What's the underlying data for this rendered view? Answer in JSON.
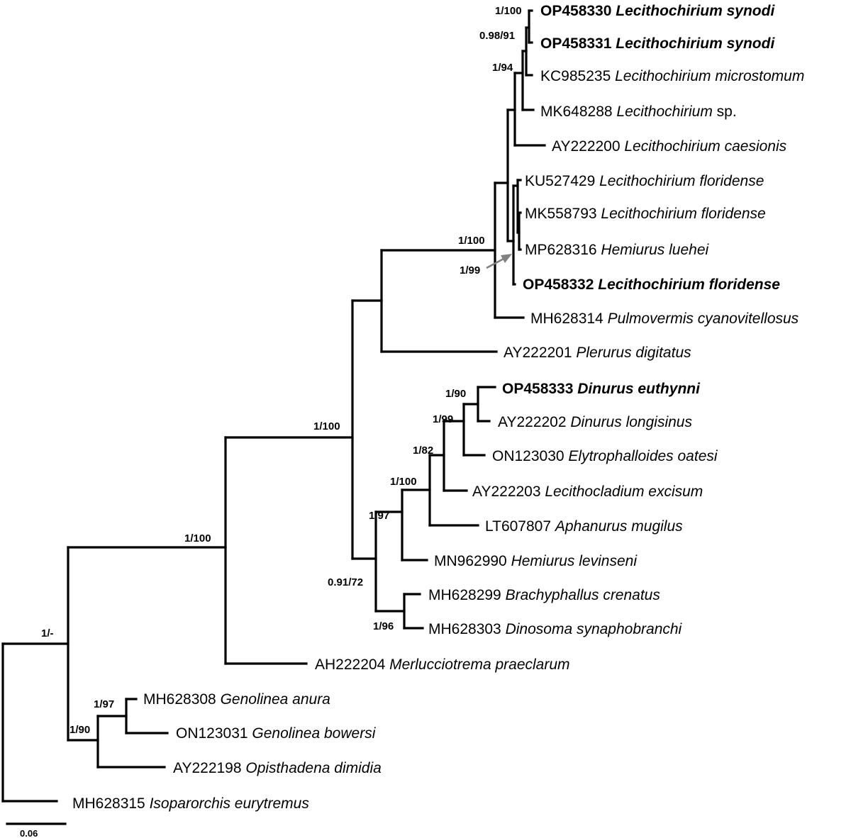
{
  "tree": {
    "scale_bar_label": "0.06",
    "branch_color": "#000000",
    "arrow_color": "#808080",
    "taxa": [
      {
        "accession": "OP458330",
        "species": "Lecithochirium synodi",
        "bold": true
      },
      {
        "accession": "OP458331",
        "species": "Lecithochirium synodi",
        "bold": true
      },
      {
        "accession": "KC985235",
        "species": "Lecithochirium microstomum",
        "bold": false
      },
      {
        "accession": "MK648288",
        "species": "Lecithochirium",
        "suffix": "sp.",
        "bold": false
      },
      {
        "accession": "AY222200",
        "species": "Lecithochirium caesionis",
        "bold": false
      },
      {
        "accession": "KU527429",
        "species": "Lecithochirium floridense",
        "bold": false
      },
      {
        "accession": "MK558793",
        "species": "Lecithochirium floridense",
        "bold": false
      },
      {
        "accession": "MP628316",
        "species": "Hemiurus luehei",
        "bold": false
      },
      {
        "accession": "OP458332",
        "species": "Lecithochirium floridense",
        "bold": true
      },
      {
        "accession": "MH628314",
        "species": "Pulmovermis cyanovitellosus",
        "bold": false
      },
      {
        "accession": "AY222201",
        "species": "Plerurus digitatus",
        "bold": false
      },
      {
        "accession": "OP458333",
        "species": "Dinurus euthynni",
        "bold": true
      },
      {
        "accession": "AY222202",
        "species": "Dinurus longisinus",
        "bold": false
      },
      {
        "accession": "ON123030",
        "species": "Elytrophalloides oatesi",
        "bold": false
      },
      {
        "accession": "AY222203",
        "species": "Lecithocladium excisum",
        "bold": false
      },
      {
        "accession": "LT607807",
        "species": "Aphanurus mugilus",
        "bold": false
      },
      {
        "accession": "MN962990",
        "species": "Hemiurus levinseni",
        "bold": false
      },
      {
        "accession": "MH628299",
        "species": "Brachyphallus crenatus",
        "bold": false
      },
      {
        "accession": "MH628303",
        "species": "Dinosoma synaphobranchi",
        "bold": false
      },
      {
        "accession": "AH222204",
        "species": "Merlucciotrema praeclarum",
        "bold": false
      },
      {
        "accession": "MH628308",
        "species": "Genolinea anura",
        "bold": false
      },
      {
        "accession": "ON123031",
        "species": "Genolinea bowersi",
        "bold": false
      },
      {
        "accession": "AY222198",
        "species": "Opisthadena dimidia",
        "bold": false
      },
      {
        "accession": "MH628315",
        "species": "Isoparorchis eurytremus",
        "bold": false
      }
    ],
    "support_values": [
      {
        "id": "s-synodi",
        "label": "1/100"
      },
      {
        "id": "s-micro",
        "label": "0.98/91"
      },
      {
        "id": "s-lec1",
        "label": "1/94"
      },
      {
        "id": "s-lecall",
        "label": "1/100"
      },
      {
        "id": "s-florid",
        "label": "1/99"
      },
      {
        "id": "s-ingroup",
        "label": "1/100"
      },
      {
        "id": "s-dinurus",
        "label": "1/90"
      },
      {
        "id": "s-dinelyt",
        "label": "1/99"
      },
      {
        "id": "s-lecclad",
        "label": "1/82"
      },
      {
        "id": "s-aphan",
        "label": "1/100"
      },
      {
        "id": "s-hemlev",
        "label": "1/97"
      },
      {
        "id": "s-dinosub",
        "label": "0.91/72"
      },
      {
        "id": "s-brachy",
        "label": "1/96"
      },
      {
        "id": "s-merluc",
        "label": "1/100"
      },
      {
        "id": "s-root",
        "label": "1/-"
      },
      {
        "id": "s-genol",
        "label": "1/97"
      },
      {
        "id": "s-opist",
        "label": "1/90"
      }
    ]
  }
}
